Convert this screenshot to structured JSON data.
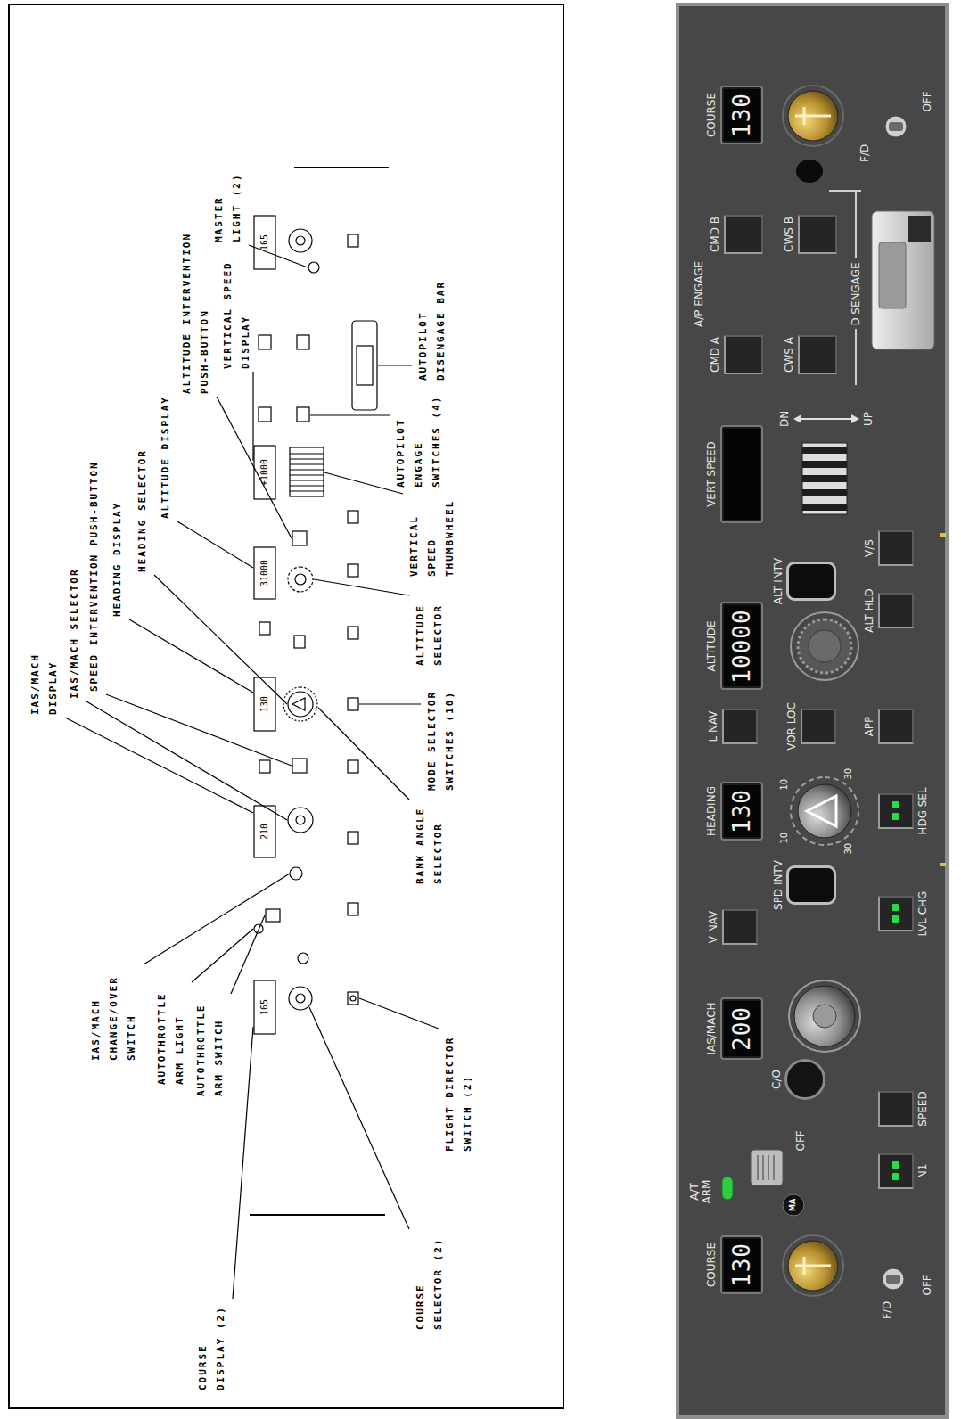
{
  "diagram": {
    "nodes": [
      {
        "text": [
          "COURSE",
          "130"
        ]
      },
      {
        "text": [
          "N1"
        ]
      },
      {
        "text": [
          "SPEED"
        ]
      },
      {
        "text": [
          "C/O"
        ]
      },
      {
        "text": [
          "IAS/MACH",
          "200"
        ]
      },
      {
        "text": [
          "V NAV"
        ]
      },
      {
        "text": [
          "LVL CHG"
        ]
      },
      {
        "text": [
          "SPD INTV"
        ]
      },
      {
        "text": [
          "HEADING",
          "130"
        ]
      },
      {
        "text": [
          "HDG SEL"
        ]
      },
      {
        "text": [
          "L NAV"
        ]
      },
      {
        "text": [
          "VOR LOC"
        ]
      },
      {
        "text": [
          "APP"
        ]
      },
      {
        "text": [
          "ALTITUDE",
          "10000"
        ]
      },
      {
        "text": [
          "ALT HLD"
        ]
      },
      {
        "text": [
          "ALT INTV"
        ]
      },
      {
        "text": [
          "V/S"
        ]
      },
      {
        "text": [
          "VERT SPEED"
        ]
      },
      {
        "text": [
          "CMD A"
        ]
      },
      {
        "text": [
          "CWS A"
        ]
      },
      {
        "text": [
          "CMD B"
        ]
      },
      {
        "text": [
          "CWS B"
        ]
      },
      {
        "text": [
          "COURSE",
          "130"
        ]
      }
    ],
    "labels": [
      "IAS/MACH CHANGE/OVER SWITCH",
      "AUTOTHROTTLE ARM LIGHT",
      "AUTOTHROTTLE ARM SWITCH",
      "IAS/MACH DISPLAY",
      "IAS/MACH SELECTOR",
      "SPEED INTERVENTION PUSH-BUTTON",
      "HEADING DISPLAY",
      "HEADING SELECTOR",
      "ALTITUDE DISPLAY",
      "ALTITUDE INTERVENTION PUSH-BUTTON",
      "VERTICAL SPEED DISPLAY",
      "MASTER LIGHT (2)",
      "COURSE DISPLAY (2)",
      "COURSE SELECTOR (2)",
      "FLIGHT DIRECTOR SWITCH (2)",
      "BANK ANGLE SELECTOR",
      "MODE SELECTOR SWITCHES (10)",
      "ALTITUDE SELECTOR",
      "VERTICAL SPEED THUMBWHEEL",
      "AUTOPILOT ENGAGE SWITCHES (4)",
      "AUTOPILOT DISENGAGE BAR",
      "165",
      "210",
      "130",
      "31000",
      "+1000",
      "165",
      "A/T ARM",
      "OFF",
      "MA",
      "F/D",
      "OFF",
      "30",
      "10",
      "10",
      "30",
      "DN",
      "UP",
      "A/P ENGAGE",
      "DISENGAGE",
      "F/D",
      "OFF"
    ]
  }
}
